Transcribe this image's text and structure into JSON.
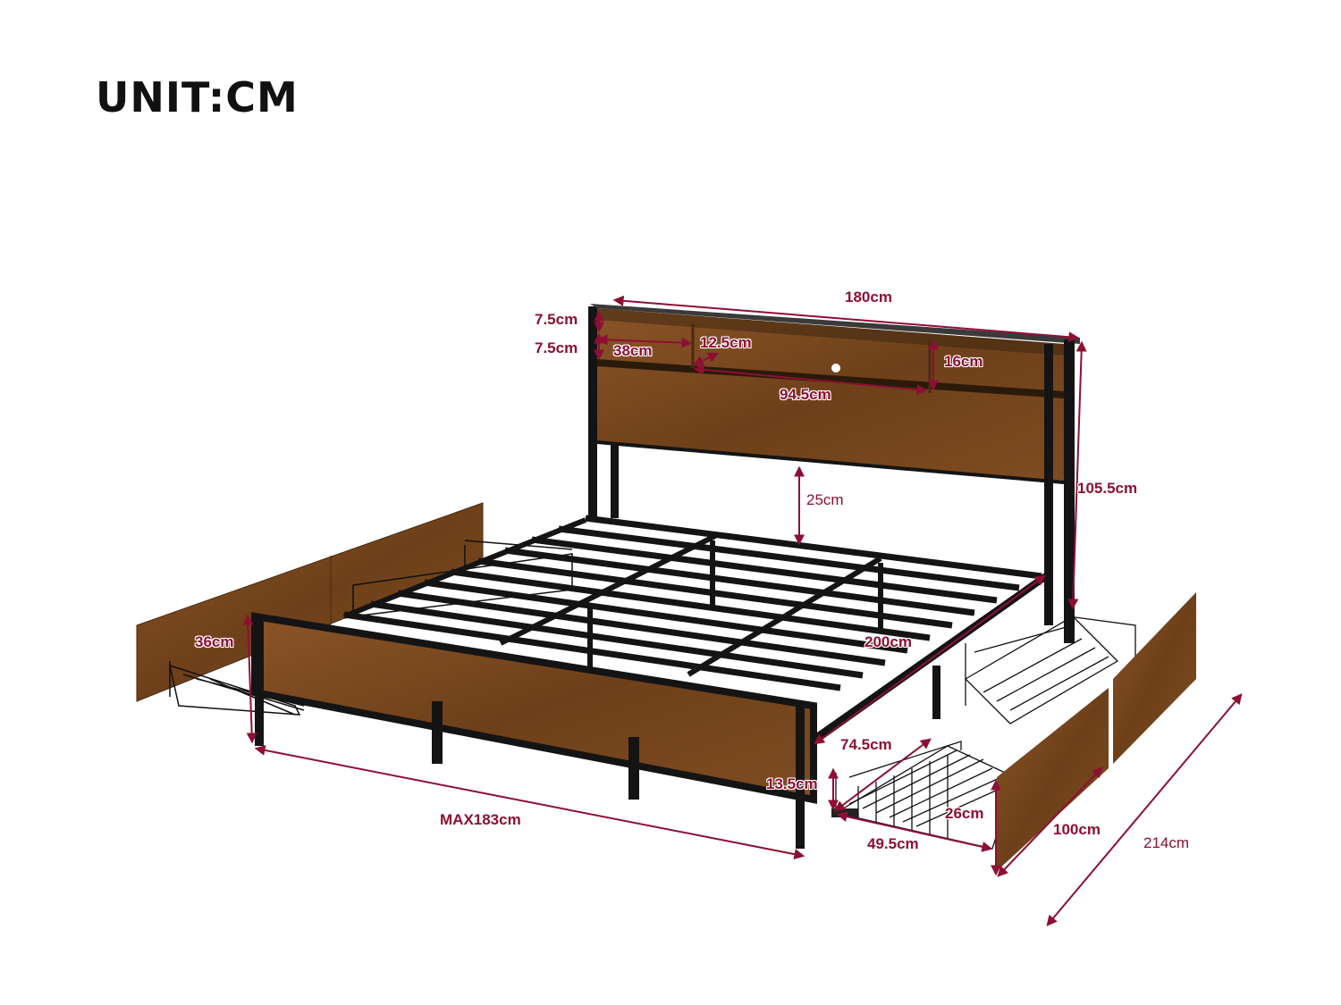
{
  "title": "UNIT:CM",
  "colors": {
    "dimension_line": "#8e0f33",
    "wood": "#7a4a22",
    "wood_dark": "#5a3414",
    "metal": "#141414",
    "background": "#ffffff"
  },
  "dimensions": {
    "headboard_width": "180cm",
    "shelf_top_height": "7.5cm",
    "shelf_bottom_height": "7.5cm",
    "left_shelf_width": "38cm",
    "shelf_depth": "12.5cm",
    "center_shelf_width": "94.5cm",
    "right_shelf_height": "16cm",
    "total_height": "105.5cm",
    "under_headboard_gap": "25cm",
    "bed_length": "200cm",
    "drawer_front_height": "36cm",
    "max_width": "MAX183cm",
    "drawer_length": "74.5cm",
    "floor_clearance": "13.5cm",
    "drawer_depth": "26cm",
    "drawer_width": "49.5cm",
    "drawer_panel_length": "100cm",
    "total_length": "214cm"
  }
}
